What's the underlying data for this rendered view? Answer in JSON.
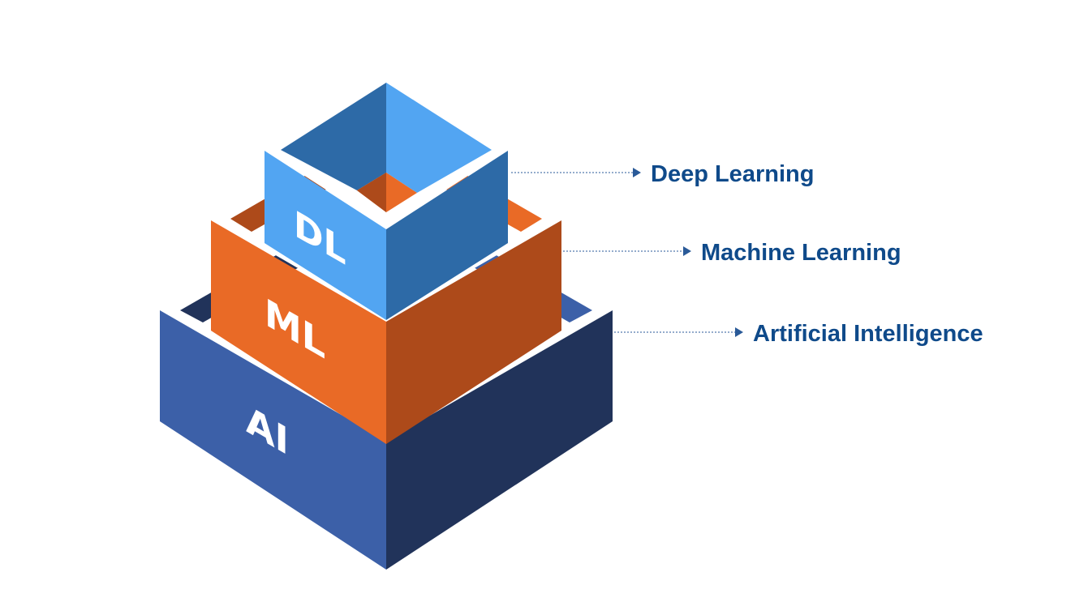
{
  "layers": [
    {
      "id": "ai",
      "face_label": "AI",
      "callout": "Artificial Intelligence",
      "colors": {
        "left": "#3c60a8",
        "right": "#21335a",
        "inner_left": "#21335a",
        "inner_right": "#3c60a8",
        "rim": "#ffffff"
      }
    },
    {
      "id": "ml",
      "face_label": "ML",
      "callout": "Machine Learning",
      "colors": {
        "left": "#e96a26",
        "right": "#ad4a1a",
        "inner_left": "#ad4a1a",
        "inner_right": "#e96a26",
        "rim": "#ffffff"
      }
    },
    {
      "id": "dl",
      "face_label": "DL",
      "callout": "Deep Learning",
      "colors": {
        "left": "#52a5f2",
        "right": "#2d6aa7",
        "inner_left": "#2d6aa7",
        "inner_right": "#52a5f2",
        "rim": "#ffffff"
      }
    }
  ],
  "callout_color": "#2a5a98",
  "callout_text_color": "#0f4a8a"
}
